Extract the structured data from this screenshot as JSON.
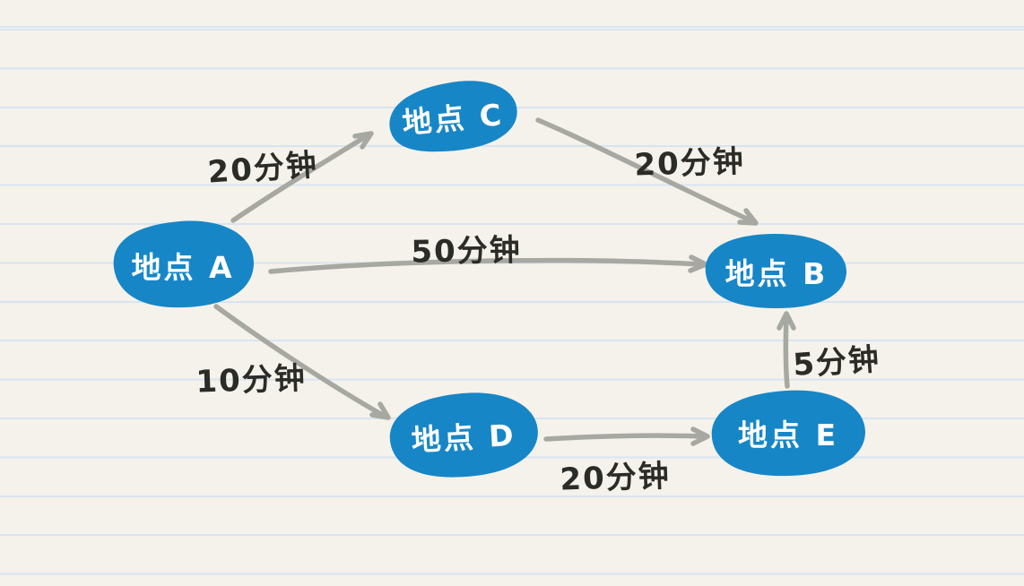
{
  "diagram": {
    "type": "route-graph",
    "style": "hand-drawn on lined paper",
    "nodes": [
      {
        "id": "A",
        "label": "地点 A"
      },
      {
        "id": "C",
        "label": "地点 C"
      },
      {
        "id": "B",
        "label": "地点 B"
      },
      {
        "id": "D",
        "label": "地点 D"
      },
      {
        "id": "E",
        "label": "地点 E"
      }
    ],
    "edges": [
      {
        "from": "A",
        "to": "C",
        "label": "20分钟"
      },
      {
        "from": "C",
        "to": "B",
        "label": "20分钟"
      },
      {
        "from": "A",
        "to": "B",
        "label": "50分钟"
      },
      {
        "from": "A",
        "to": "D",
        "label": "10分钟"
      },
      {
        "from": "D",
        "to": "E",
        "label": "20分钟"
      },
      {
        "from": "E",
        "to": "B",
        "label": "5分钟"
      }
    ],
    "colors": {
      "paper": "#f4f2ea",
      "ruled_line": "#d8e4f1",
      "node_fill": "#1786c7",
      "node_text": "#ffffff",
      "arrow": "#a8a8a2",
      "edge_label_text": "#2b2b27"
    }
  }
}
